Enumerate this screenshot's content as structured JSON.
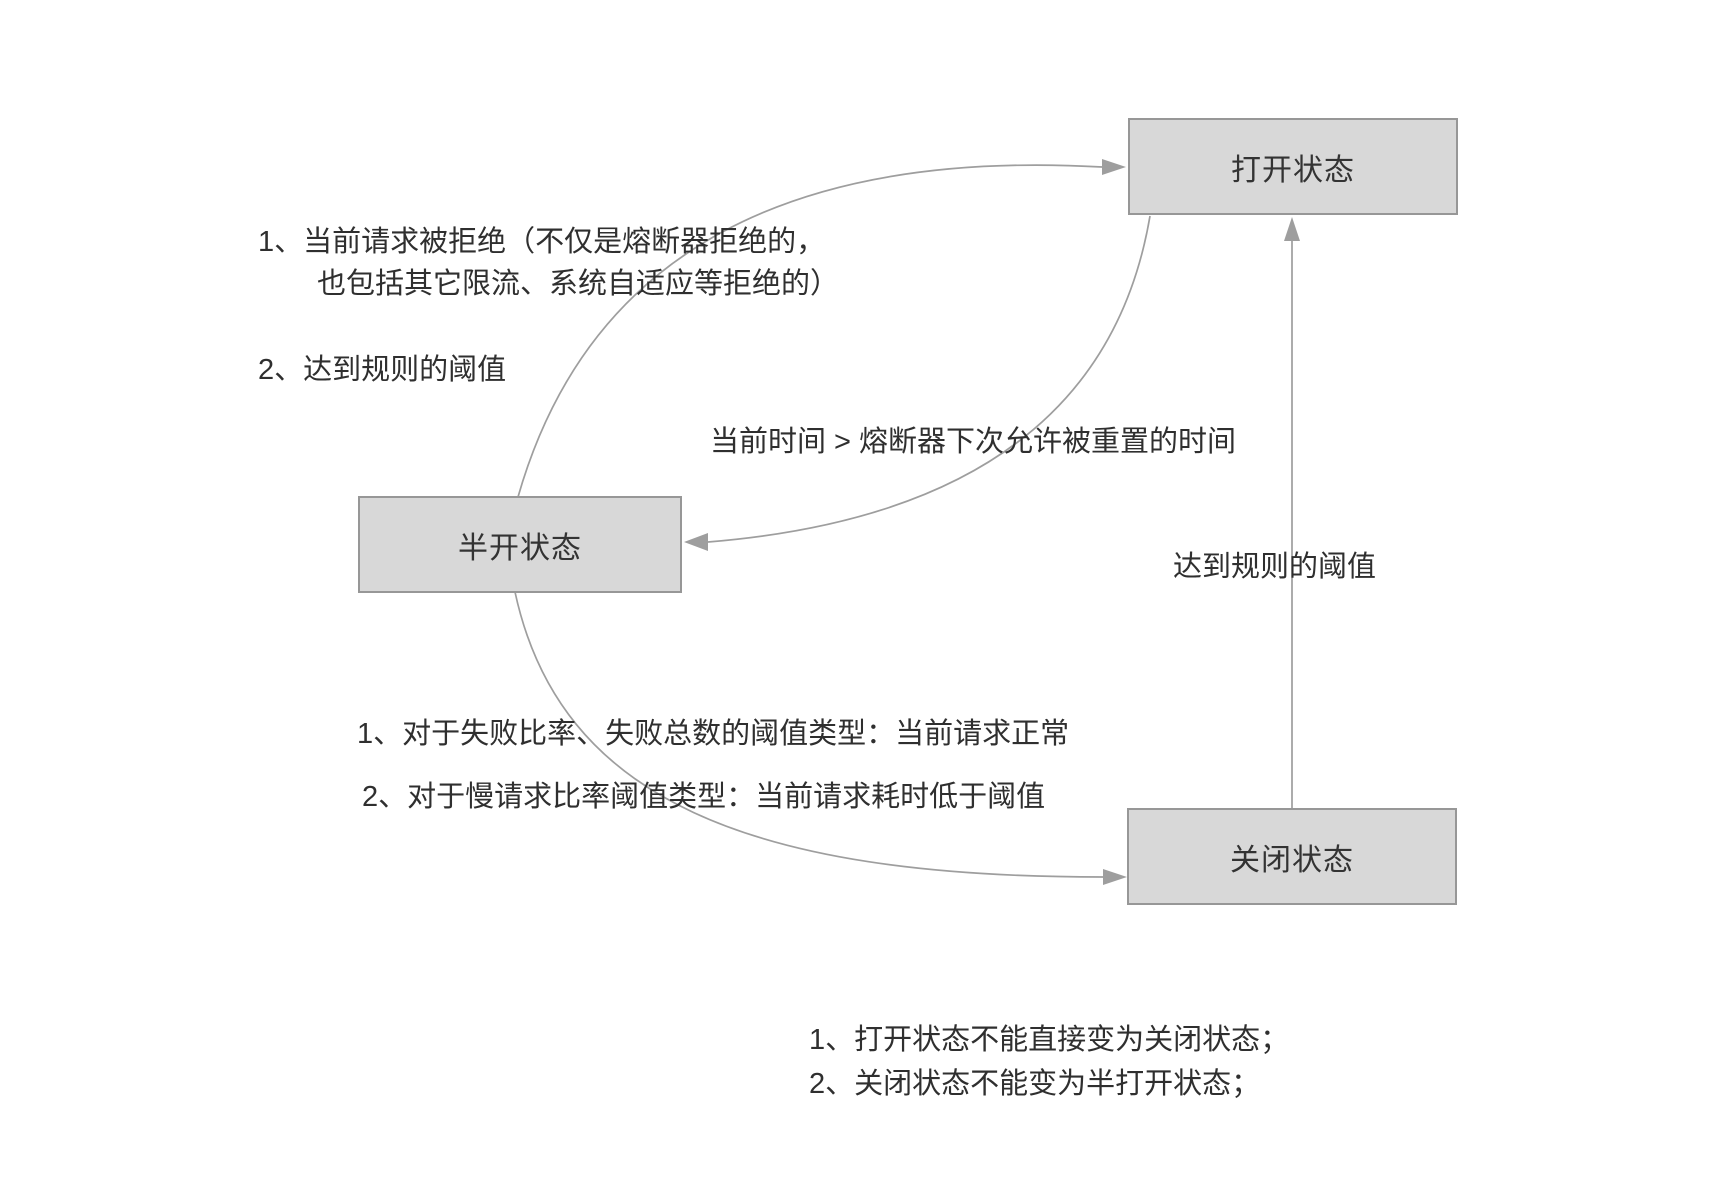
{
  "diagram": {
    "type": "state-transition-diagram",
    "topic": "circuit-breaker-states",
    "nodes": {
      "open": {
        "label": "打开状态"
      },
      "half_open": {
        "label": "半开状态"
      },
      "closed": {
        "label": "关闭状态"
      }
    },
    "edge_labels": {
      "half_open_to_open": {
        "line1": "1、当前请求被拒绝（不仅是熔断器拒绝的，",
        "line2": "也包括其它限流、系统自适应等拒绝的）",
        "line3": "2、达到规则的阈值"
      },
      "open_to_half_open": {
        "label": "当前时间 > 熔断器下次允许被重置的时间"
      },
      "closed_to_open": {
        "label": "达到规则的阈值"
      },
      "half_open_to_closed": {
        "line1": "1、对于失败比率、失败总数的阈值类型：当前请求正常",
        "line2": "2、对于慢请求比率阈值类型：当前请求耗时低于阈值"
      }
    },
    "notes": {
      "line1": "1、打开状态不能直接变为关闭状态；",
      "line2": "2、关闭状态不能变为半打开状态；"
    },
    "colors": {
      "node_fill": "#d8d8d8",
      "node_border": "#979797",
      "edge": "#9e9e9e",
      "text": "#333333",
      "background": "#ffffff"
    }
  }
}
